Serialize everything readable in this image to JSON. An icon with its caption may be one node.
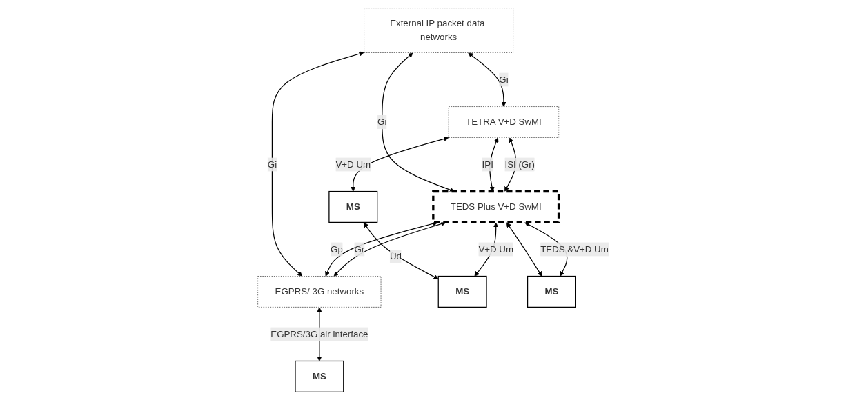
{
  "diagram": {
    "nodes": [
      {
        "text": [
          "External IP packet data networks"
        ]
      },
      {
        "text": [
          "TETRA V+D SwMI"
        ]
      },
      {
        "text": [
          "TEDS Plus V+D SwMI"
        ]
      },
      {
        "text": [
          "EGPRS/ 3G networks"
        ]
      },
      {
        "text": [
          "MS"
        ]
      },
      {
        "text": [
          "MS"
        ]
      },
      {
        "text": [
          "MS"
        ]
      },
      {
        "text": [
          "MS"
        ]
      }
    ],
    "edges": [
      {
        "from": 0,
        "to": 1,
        "arrow": "both",
        "label": "Gi"
      },
      {
        "from": 0,
        "to": 2,
        "arrow": "both",
        "label": "Gi"
      },
      {
        "from": 0,
        "to": 3,
        "arrow": "both",
        "label": "Gi"
      },
      {
        "from": 1,
        "to": 2,
        "arrow": "both",
        "label": "IPI"
      },
      {
        "from": 1,
        "to": 2,
        "arrow": "both",
        "label": "ISI (Gr)"
      },
      {
        "from": 2,
        "to": 3,
        "arrow": "both",
        "label": "Gp"
      },
      {
        "from": 2,
        "to": 3,
        "arrow": "both",
        "label": "Gr"
      },
      {
        "from": 1,
        "to": 4,
        "arrow": "both",
        "label": "V+D Um"
      },
      {
        "from": 4,
        "to": 5,
        "arrow": "both",
        "label": "Ud"
      },
      {
        "from": 2,
        "to": 5,
        "arrow": "both",
        "label": "V+D Um"
      },
      {
        "from": 2,
        "to": 6,
        "arrow": "both"
      },
      {
        "from": 2,
        "to": 6,
        "arrow": "both",
        "label": "TEDS &V+D Um"
      },
      {
        "from": 3,
        "to": 7,
        "arrow": "both",
        "label": "EGPRS/3G air interface"
      }
    ]
  }
}
